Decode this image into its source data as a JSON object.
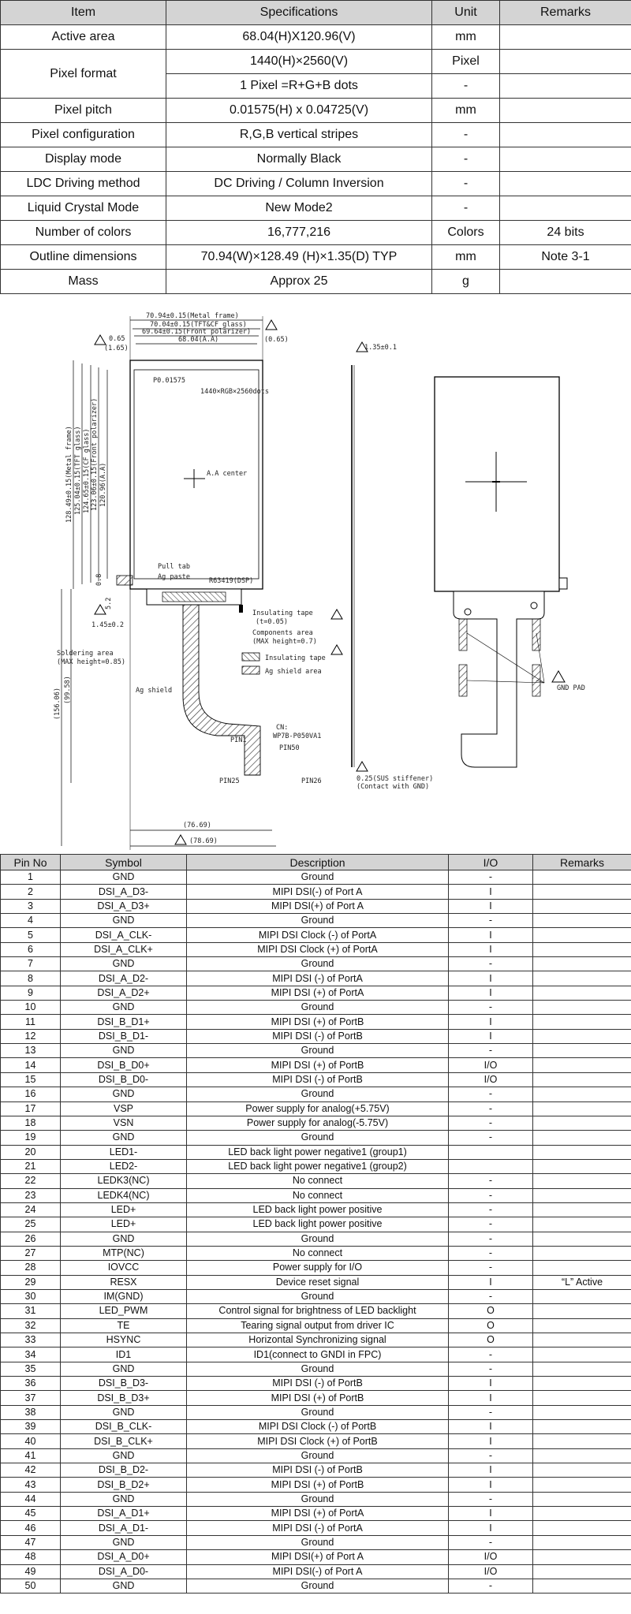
{
  "spec_table": {
    "headers": [
      "Item",
      "Specifications",
      "Unit",
      "Remarks"
    ],
    "rows": [
      {
        "item": "Active area",
        "spec": "68.04(H)X120.96(V)",
        "unit": "mm",
        "remarks": ""
      },
      {
        "item": "Pixel format",
        "spec": "1440(H)×2560(V)",
        "unit": "Pixel",
        "remarks": ""
      },
      {
        "item": "",
        "spec": "1 Pixel =R+G+B dots",
        "unit": "-",
        "remarks": ""
      },
      {
        "item": "Pixel pitch",
        "spec": "0.01575(H) x 0.04725(V)",
        "unit": "mm",
        "remarks": ""
      },
      {
        "item": "Pixel configuration",
        "spec": "R,G,B vertical stripes",
        "unit": "-",
        "remarks": ""
      },
      {
        "item": "Display mode",
        "spec": "Normally Black",
        "unit": "-",
        "remarks": ""
      },
      {
        "item": "LDC Driving method",
        "spec": "DC Driving / Column Inversion",
        "unit": "-",
        "remarks": ""
      },
      {
        "item": "Liquid Crystal Mode",
        "spec": "New Mode2",
        "unit": "-",
        "remarks": ""
      },
      {
        "item": "Number of colors",
        "spec": "16,777,216",
        "unit": "Colors",
        "remarks": "24 bits"
      },
      {
        "item": "Outline dimensions",
        "spec": "70.94(W)×128.49 (H)×1.35(D) TYP",
        "unit": "mm",
        "remarks": "Note 3-1"
      },
      {
        "item": "Mass",
        "spec": "Approx 25",
        "unit": "g",
        "remarks": ""
      }
    ]
  },
  "drawing": {
    "top_dims": [
      "70.94±0.15(Metal frame)",
      "70.04±0.15(TFT&CF glass)",
      "69.64±0.15(Front polarizer)",
      "68.04(A.A)"
    ],
    "side_dims": [
      "0.65",
      "(1.65)",
      "(0.65)",
      "1.35±0.1"
    ],
    "vert_dims": [
      "128.49±0.15(Metal frame)",
      "125.04±0.15(TFT glass)",
      "124.65±0.15(CF glass)",
      "123.06±0.15(Front polarizer)",
      "120.96(A.A)",
      "(99.58)",
      "(156.06)"
    ],
    "labels": {
      "pitch": "P0.01575",
      "res": "1440×RGB×2560dots",
      "center": "A.A center",
      "pull_tab": "Pull tab",
      "ag_paste": "Ag paste",
      "ic": "R63419(DSP)",
      "insul": "Insulating tape",
      "insul_t": "(t=0.05)",
      "comp": "Components area",
      "comp_h": "(MAX height=0.7)",
      "legend_insul": "Insulating tape",
      "legend_ag": "Ag shield area",
      "solder": "Soldering area",
      "solder_h": "(MAX height=0.85)",
      "ag_shield": "Ag shield",
      "cn": "CN:",
      "cn_part": "WP7B-P050VA1",
      "pin1": "PIN1",
      "pin50": "PIN50",
      "pin25": "PIN25",
      "pin26": "PIN26",
      "w1": "(76.69)",
      "w2": "(78.69)",
      "gnd_pad": "GND PAD",
      "sus1": "0.25(SUS stiffener)",
      "sus2": "(Contact with GND)",
      "d1": "1.45±0.2",
      "d2": "5.2",
      "d3": "0.8"
    }
  },
  "pin_table": {
    "headers": [
      "Pin No",
      "Symbol",
      "Description",
      "I/O",
      "Remarks"
    ],
    "rows": [
      [
        "1",
        "GND",
        "Ground",
        "-",
        ""
      ],
      [
        "2",
        "DSI_A_D3-",
        "MIPI DSI(-) of Port A",
        "I",
        ""
      ],
      [
        "3",
        "DSI_A_D3+",
        "MIPI DSI(+) of Port A",
        "I",
        ""
      ],
      [
        "4",
        "GND",
        "Ground",
        "-",
        ""
      ],
      [
        "5",
        "DSI_A_CLK-",
        "MIPI DSI Clock (-) of PortA",
        "I",
        ""
      ],
      [
        "6",
        "DSI_A_CLK+",
        "MIPI DSI Clock (+) of PortA",
        "I",
        ""
      ],
      [
        "7",
        "GND",
        "Ground",
        "-",
        ""
      ],
      [
        "8",
        "DSI_A_D2-",
        "MIPI DSI (-) of PortA",
        "I",
        ""
      ],
      [
        "9",
        "DSI_A_D2+",
        "MIPI DSI (+) of PortA",
        "I",
        ""
      ],
      [
        "10",
        "GND",
        "Ground",
        "-",
        ""
      ],
      [
        "11",
        "DSI_B_D1+",
        "MIPI DSI (+) of PortB",
        "I",
        ""
      ],
      [
        "12",
        "DSI_B_D1-",
        "MIPI DSI (-) of PortB",
        "I",
        ""
      ],
      [
        "13",
        "GND",
        "Ground",
        "-",
        ""
      ],
      [
        "14",
        "DSI_B_D0+",
        "MIPI DSI (+) of PortB",
        "I/O",
        ""
      ],
      [
        "15",
        "DSI_B_D0-",
        "MIPI DSI (-) of PortB",
        "I/O",
        ""
      ],
      [
        "16",
        "GND",
        "Ground",
        "-",
        ""
      ],
      [
        "17",
        "VSP",
        "Power supply for analog(+5.75V)",
        "-",
        ""
      ],
      [
        "18",
        "VSN",
        "Power supply for analog(-5.75V)",
        "-",
        ""
      ],
      [
        "19",
        "GND",
        "Ground",
        "-",
        ""
      ],
      [
        "20",
        "LED1-",
        "LED back light power negative1 (group1)",
        "",
        ""
      ],
      [
        "21",
        "LED2-",
        "LED back light power negative1 (group2)",
        "",
        ""
      ],
      [
        "22",
        "LEDK3(NC)",
        "No connect",
        "-",
        ""
      ],
      [
        "23",
        "LEDK4(NC)",
        "No connect",
        "-",
        ""
      ],
      [
        "24",
        "LED+",
        "LED back light power positive",
        "-",
        ""
      ],
      [
        "25",
        "LED+",
        "LED back light power positive",
        "-",
        ""
      ],
      [
        "26",
        "GND",
        "Ground",
        "-",
        ""
      ],
      [
        "27",
        "MTP(NC)",
        "No connect",
        "-",
        ""
      ],
      [
        "28",
        "IOVCC",
        "Power supply for I/O",
        "-",
        ""
      ],
      [
        "29",
        "RESX",
        "Device reset signal",
        "I",
        "“L” Active"
      ],
      [
        "30",
        "IM(GND)",
        "Ground",
        "-",
        ""
      ],
      [
        "31",
        "LED_PWM",
        "Control signal for brightness of LED backlight",
        "O",
        ""
      ],
      [
        "32",
        "TE",
        "Tearing signal output from driver IC",
        "O",
        ""
      ],
      [
        "33",
        "HSYNC",
        "Horizontal Synchronizing signal",
        "O",
        ""
      ],
      [
        "34",
        "ID1",
        "ID1(connect to GNDI in FPC)",
        "-",
        ""
      ],
      [
        "35",
        "GND",
        "Ground",
        "-",
        ""
      ],
      [
        "36",
        "DSI_B_D3-",
        "MIPI DSI (-) of PortB",
        "I",
        ""
      ],
      [
        "37",
        "DSI_B_D3+",
        "MIPI DSI (+) of PortB",
        "I",
        ""
      ],
      [
        "38",
        "GND",
        "Ground",
        "-",
        ""
      ],
      [
        "39",
        "DSI_B_CLK-",
        "MIPI DSI Clock (-) of PortB",
        "I",
        ""
      ],
      [
        "40",
        "DSI_B_CLK+",
        "MIPI DSI Clock (+) of PortB",
        "I",
        ""
      ],
      [
        "41",
        "GND",
        "Ground",
        "-",
        ""
      ],
      [
        "42",
        "DSI_B_D2-",
        "MIPI DSI (-) of PortB",
        "I",
        ""
      ],
      [
        "43",
        "DSI_B_D2+",
        "MIPI DSI (+) of PortB",
        "I",
        ""
      ],
      [
        "44",
        "GND",
        "Ground",
        "-",
        ""
      ],
      [
        "45",
        "DSI_A_D1+",
        "MIPI DSI (+) of PortA",
        "I",
        ""
      ],
      [
        "46",
        "DSI_A_D1-",
        "MIPI DSI (-) of PortA",
        "I",
        ""
      ],
      [
        "47",
        "GND",
        "Ground",
        "-",
        ""
      ],
      [
        "48",
        "DSI_A_D0+",
        "MIPI DSI(+) of Port A",
        "I/O",
        ""
      ],
      [
        "49",
        "DSI_A_D0-",
        "MIPI DSI(-) of Port A",
        "I/O",
        ""
      ],
      [
        "50",
        "GND",
        "Ground",
        "-",
        ""
      ]
    ]
  }
}
